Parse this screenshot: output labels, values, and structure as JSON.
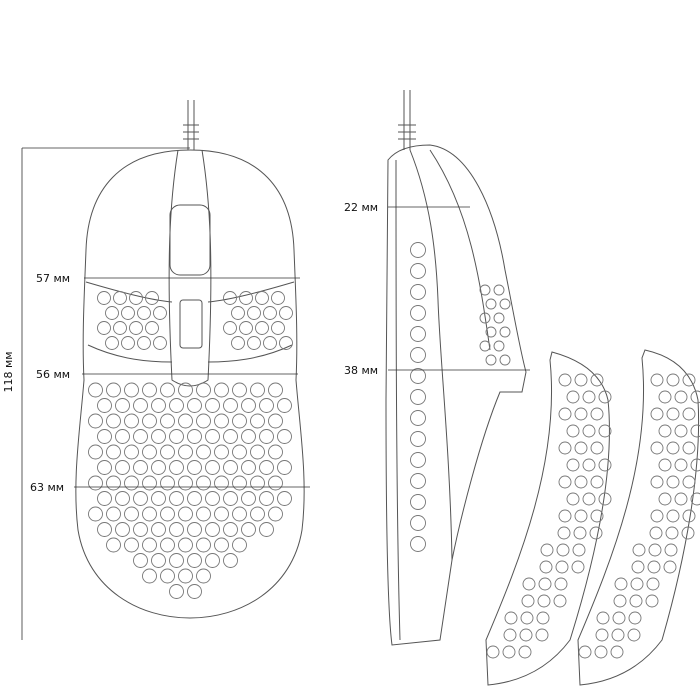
{
  "dimensions": {
    "length": "118 мм",
    "grip_width_front": "57 мм",
    "grip_width_middle": "56 мм",
    "max_width": "63 мм",
    "height_front": "22 мм",
    "max_height": "38 мм"
  },
  "colors": {
    "line": "#555555",
    "text": "#111111",
    "background": "#ffffff"
  }
}
